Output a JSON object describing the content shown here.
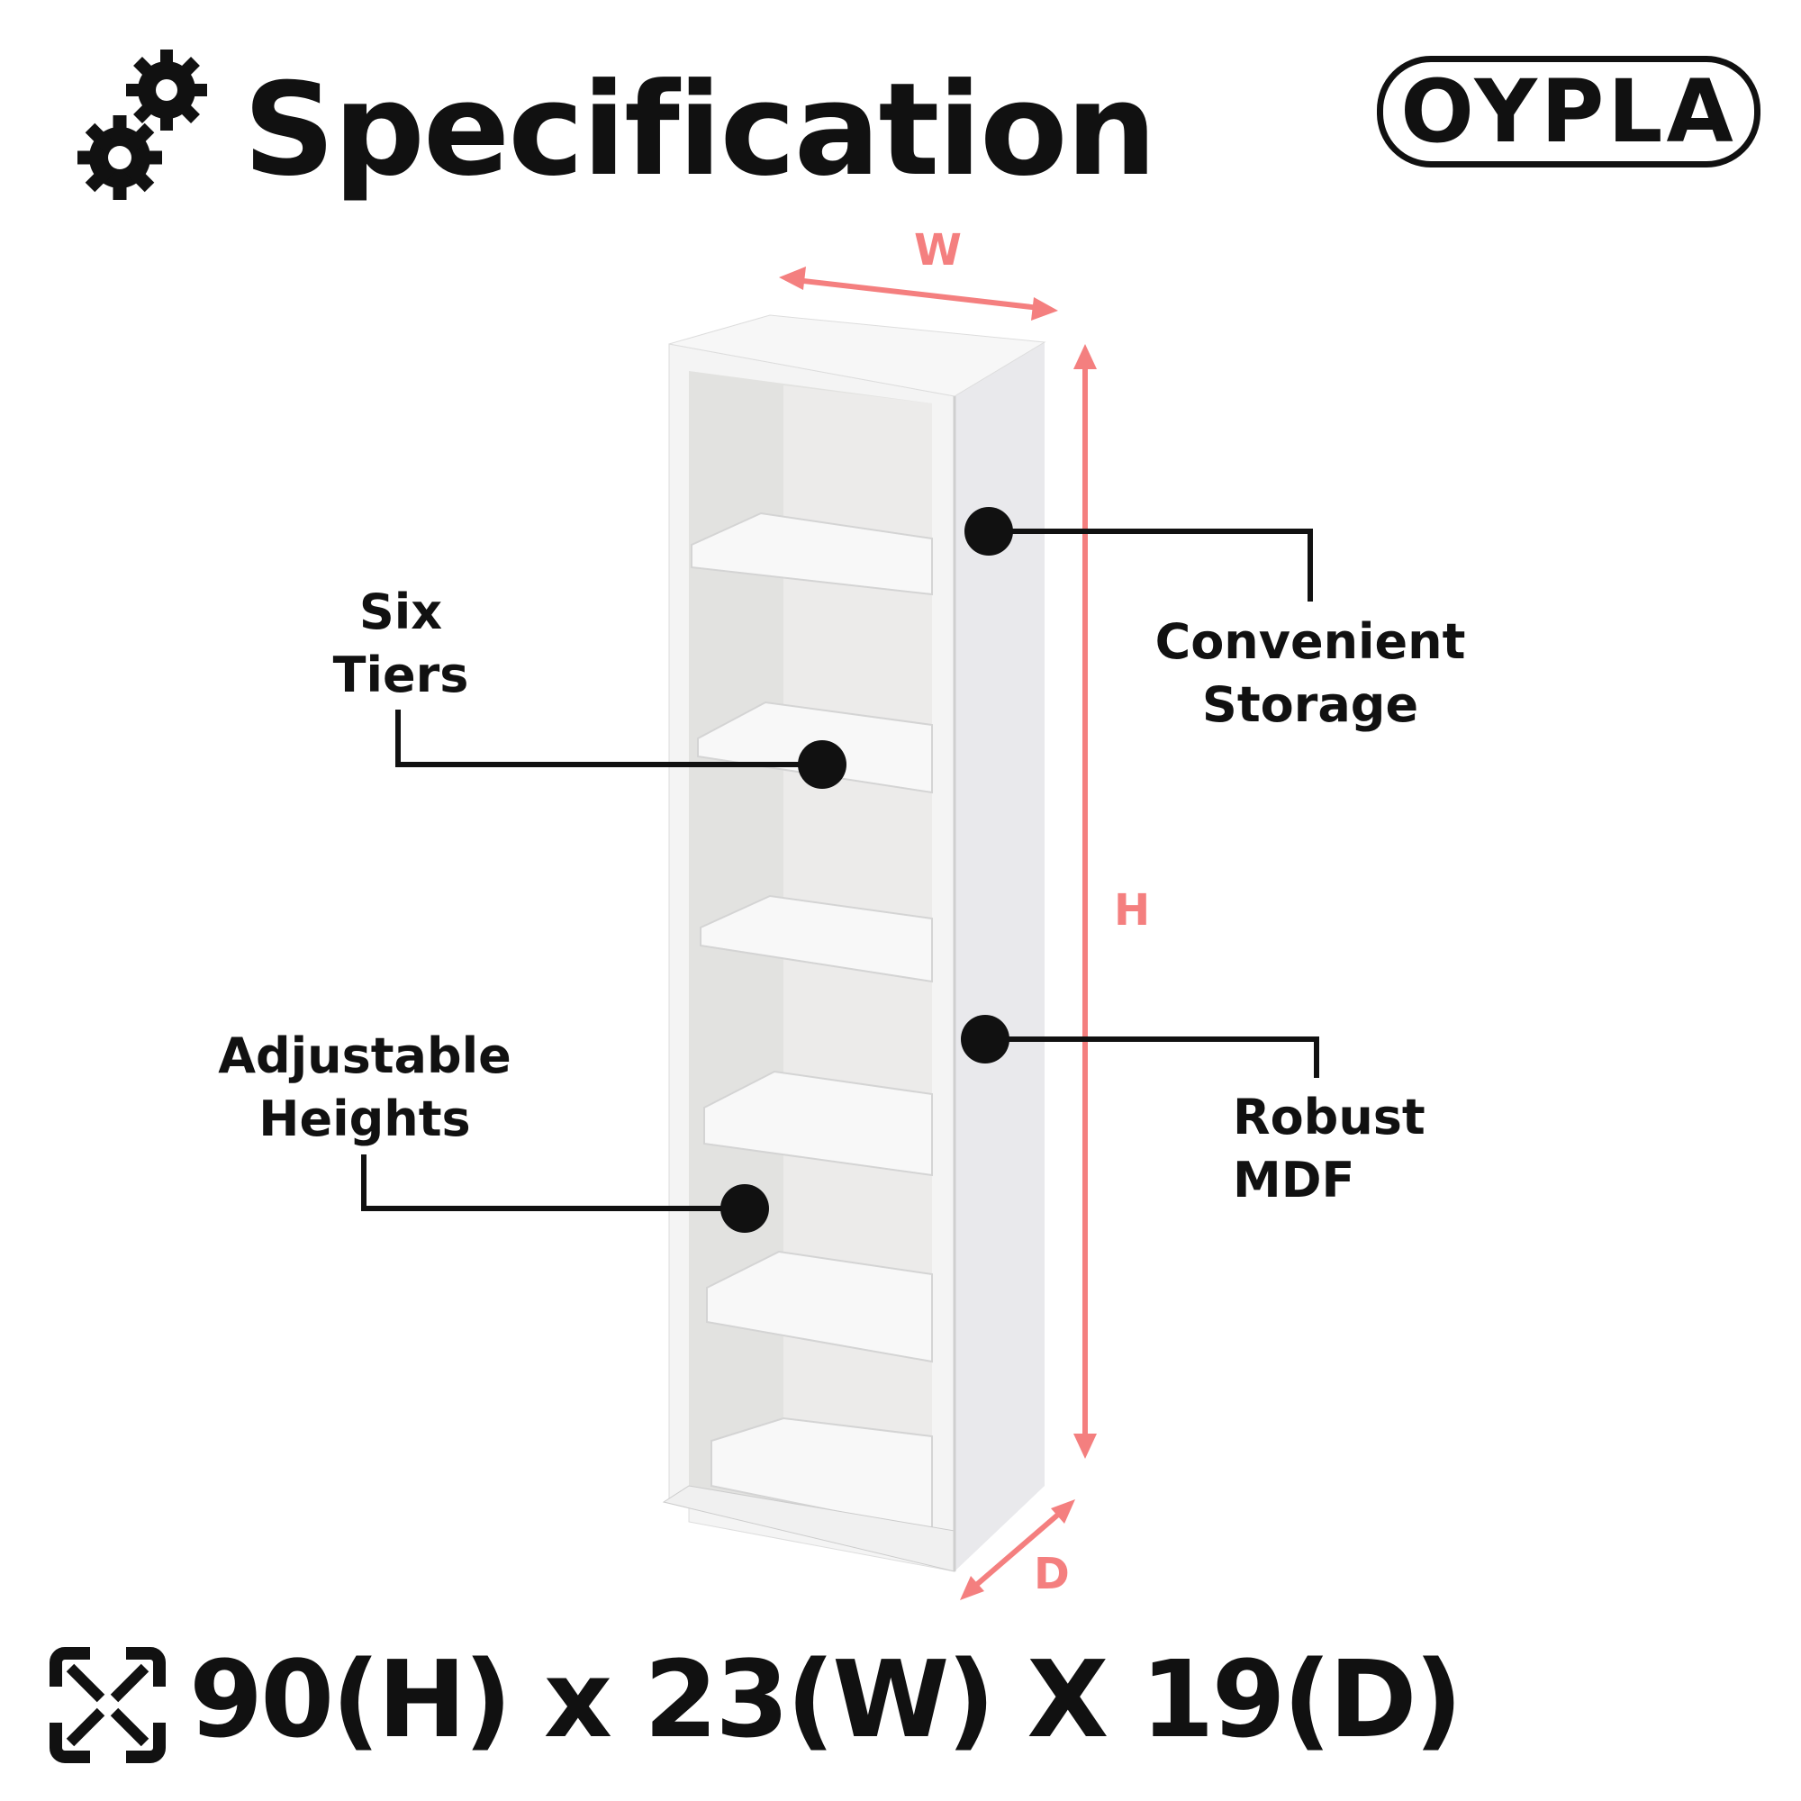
{
  "header": {
    "title": "Specification",
    "brand": "OYPLA"
  },
  "dimension_labels": {
    "width": "W",
    "height": "H",
    "depth": "D"
  },
  "callouts": {
    "convenient_storage": [
      "Convenient",
      "Storage"
    ],
    "six_tiers": [
      "Six",
      "Tiers"
    ],
    "adjustable_heights": [
      "Adjustable",
      "Heights"
    ],
    "robust_mdf": [
      "Robust",
      "MDF"
    ]
  },
  "footer": {
    "dimensions": "90(H) x 23(W) X 19(D)"
  },
  "colors": {
    "accent": "#f47f7f",
    "text": "#111111"
  }
}
